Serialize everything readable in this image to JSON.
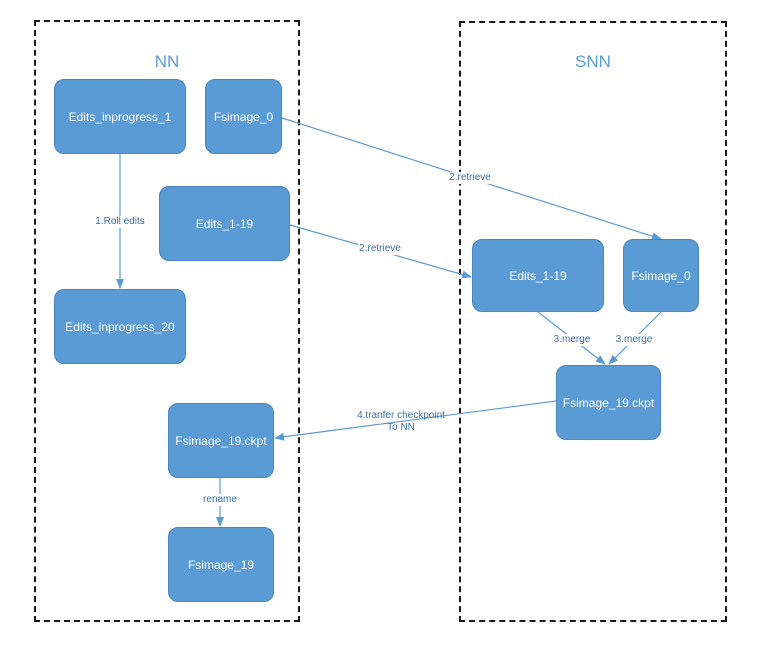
{
  "containers": {
    "nn_title": "NN",
    "snn_title": "SNN"
  },
  "nodes": {
    "edits_inprogress_1": "Edits_inprogress_1",
    "fsimage_0_nn": "Fsimage_0",
    "edits_1_19_nn": "Edits_1-19",
    "edits_inprogress_20": "Edits_inprogress_20",
    "edits_1_19_snn": "Edits_1-19",
    "fsimage_0_snn": "Fsimage_0",
    "fsimage_19_ckpt_snn": "Fsimage_19.ckpt",
    "fsimage_19_ckpt_nn": "Fsimage_19.ckpt",
    "fsimage_19": "Fsimage_19"
  },
  "edges": {
    "roll_edits": "1.Roll edits",
    "retrieve_fsimage": "2.retrieve",
    "retrieve_edits": "2.retrieve",
    "merge_edits": "3.merge",
    "merge_fsimage": "3.merge",
    "transfer_line1": "4.tranfer checkpoint",
    "transfer_line2": "To NN",
    "rename": "rename"
  },
  "colors": {
    "node_fill": "#5b9bd5",
    "node_text": "#ffffff",
    "edge": "#5b9bd5",
    "edge_label": "#3c6fa8",
    "container_border": "#1a1a1a"
  }
}
